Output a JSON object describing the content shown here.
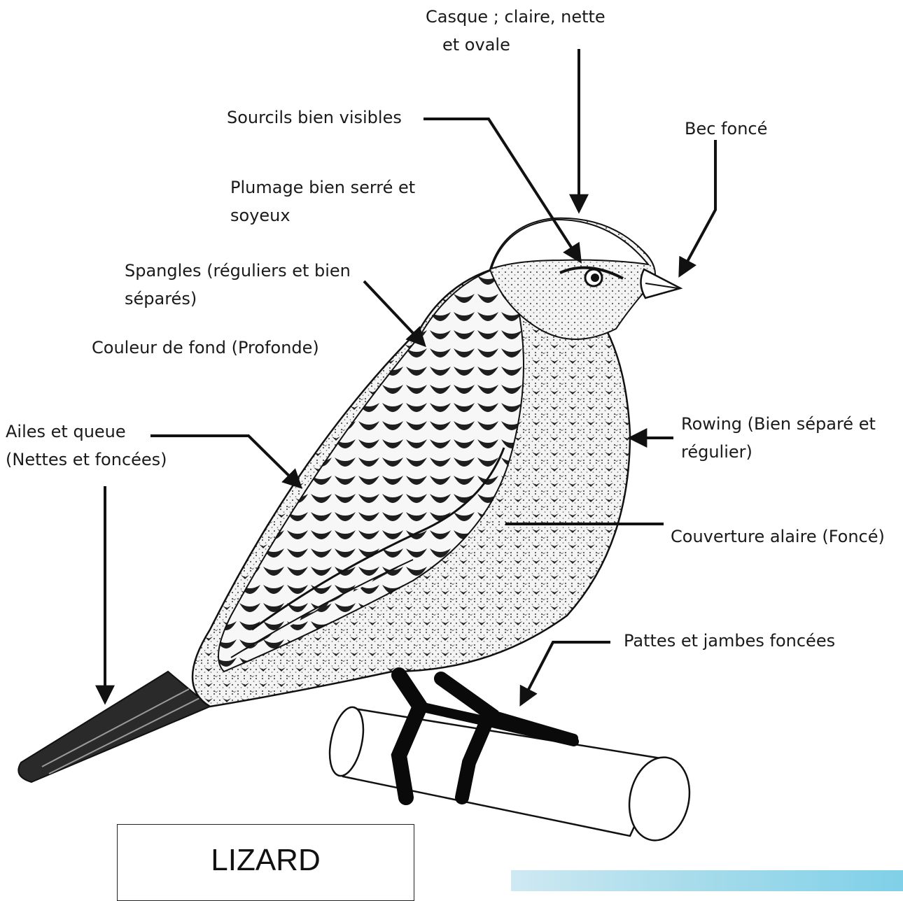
{
  "labels": {
    "casque": [
      "Casque ; claire, nette",
      "et ovale"
    ],
    "sourcils": [
      "Sourcils bien visibles"
    ],
    "bec": [
      "Bec foncé"
    ],
    "plumage": [
      "Plumage bien serré et",
      "soyeux"
    ],
    "spangles": [
      "Spangles (réguliers et bien",
      "séparés)"
    ],
    "couleur_fond": [
      "Couleur de fond (Profonde)"
    ],
    "ailes_queue": [
      "Ailes et queue",
      "(Nettes et foncées)"
    ],
    "rowing": [
      "Rowing (Bien séparé et",
      "régulier)"
    ],
    "couverture": [
      "Couverture alaire (Foncé)"
    ],
    "pattes": [
      "Pattes et jambes foncées"
    ]
  },
  "title": "LIZARD",
  "colors": {
    "ink": "#1a1a1a",
    "bird_dark": "#2b2b2b",
    "accent_patch": "#7fd0e8"
  }
}
